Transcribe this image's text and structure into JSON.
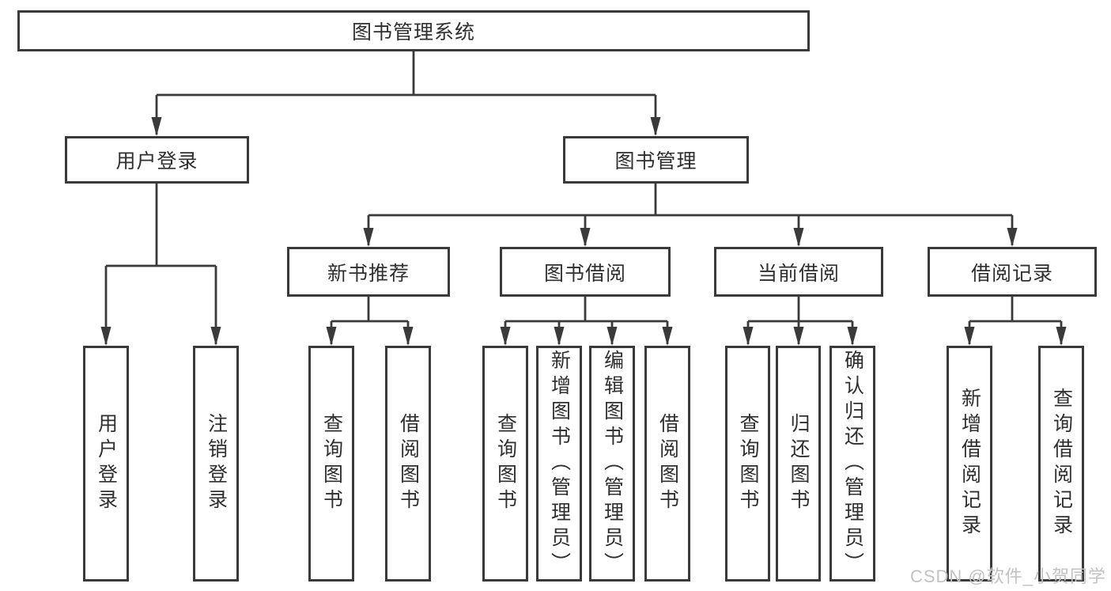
{
  "diagram": {
    "title": "图书管理系统",
    "level2": [
      {
        "label": "用户登录"
      },
      {
        "label": "图书管理"
      }
    ],
    "level3": [
      {
        "label": "新书推荐"
      },
      {
        "label": "图书借阅"
      },
      {
        "label": "当前借阅"
      },
      {
        "label": "借阅记录"
      }
    ],
    "leaves": [
      {
        "label": "用户登录"
      },
      {
        "label": "注销登录"
      },
      {
        "label": "查询图书"
      },
      {
        "label": "借阅图书"
      },
      {
        "label": "查询图书"
      },
      {
        "label": "新增图书（管理员）"
      },
      {
        "label": "编辑图书（管理员）"
      },
      {
        "label": "借阅图书"
      },
      {
        "label": "查询图书"
      },
      {
        "label": "归还图书"
      },
      {
        "label": "确认归还（管理员）"
      },
      {
        "label": "新增借阅记录"
      },
      {
        "label": "查询借阅记录"
      }
    ]
  },
  "watermark": "CSDN @软件_小贺同学",
  "colors": {
    "line": "#3a3a3a",
    "text": "#2f2f2f",
    "watermark": "#c2c2c2"
  }
}
